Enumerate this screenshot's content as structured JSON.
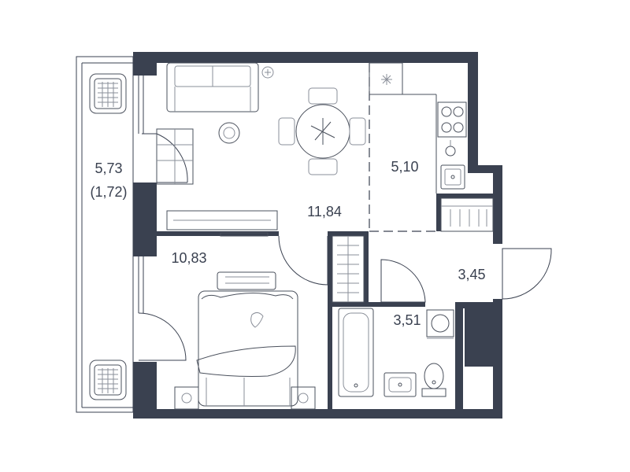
{
  "colors": {
    "wall": "#3a4150",
    "line": "#3a4150",
    "furniture": "#8a8f99",
    "background": "#ffffff"
  },
  "rooms": {
    "balcony": {
      "area": "5,73",
      "area_reduced": "(1,72)"
    },
    "living_room": {
      "area": "11,84"
    },
    "kitchen": {
      "area": "5,10"
    },
    "bedroom": {
      "area": "10,83"
    },
    "hall": {
      "area": "3,45"
    },
    "bathroom": {
      "area": "3,51"
    }
  },
  "icons": [
    "sofa-icon",
    "dining-table-icon",
    "bed-icon",
    "bathtub-icon",
    "toilet-icon",
    "sink-icon",
    "washing-machine-icon",
    "stove-icon",
    "wardrobe-icon",
    "tv-icon",
    "armchair-icon",
    "plant-icon"
  ]
}
